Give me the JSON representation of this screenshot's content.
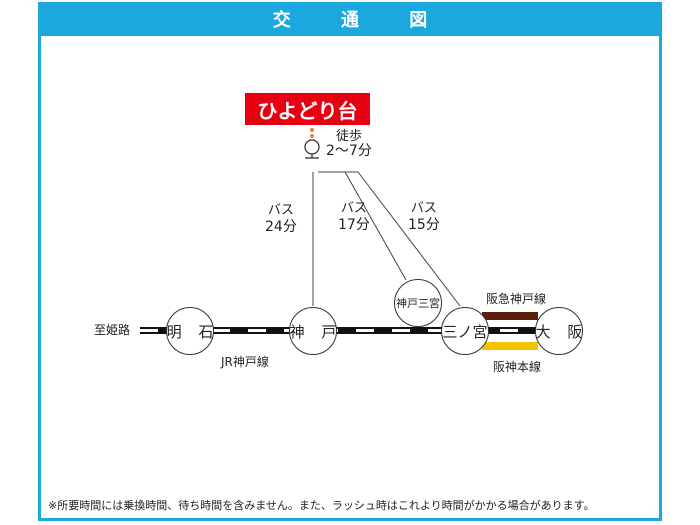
{
  "header": {
    "title": "交 通 図"
  },
  "destination": {
    "name": "ひよどり台"
  },
  "walk": {
    "label": "徒歩",
    "time": "2〜7分"
  },
  "bus_routes": [
    {
      "label": "バス",
      "time": "24分"
    },
    {
      "label": "バス",
      "time": "17分"
    },
    {
      "label": "バス",
      "time": "15分"
    }
  ],
  "stations": {
    "akashi": "明 石",
    "kobe": "神 戸",
    "kobe_sannomiya": "神戸三宮",
    "sannomiya": "三ノ宮",
    "osaka": "大 阪"
  },
  "lines": {
    "to_himeji": "至姫路",
    "jr_kobe": "JR神戸線",
    "hankyu_kobe": "阪急神戸線",
    "hanshin_main": "阪神本線"
  },
  "colors": {
    "header": "#1ba8df",
    "destination": "#e60012",
    "hankyu": "#5a1e0a",
    "hanshin": "#f5c400",
    "walk_dots": "#f08030"
  },
  "footnote": "※所要時間には乗換時間、待ち時間を含みません。また、ラッシュ時はこれより時間がかかる場合があります。"
}
